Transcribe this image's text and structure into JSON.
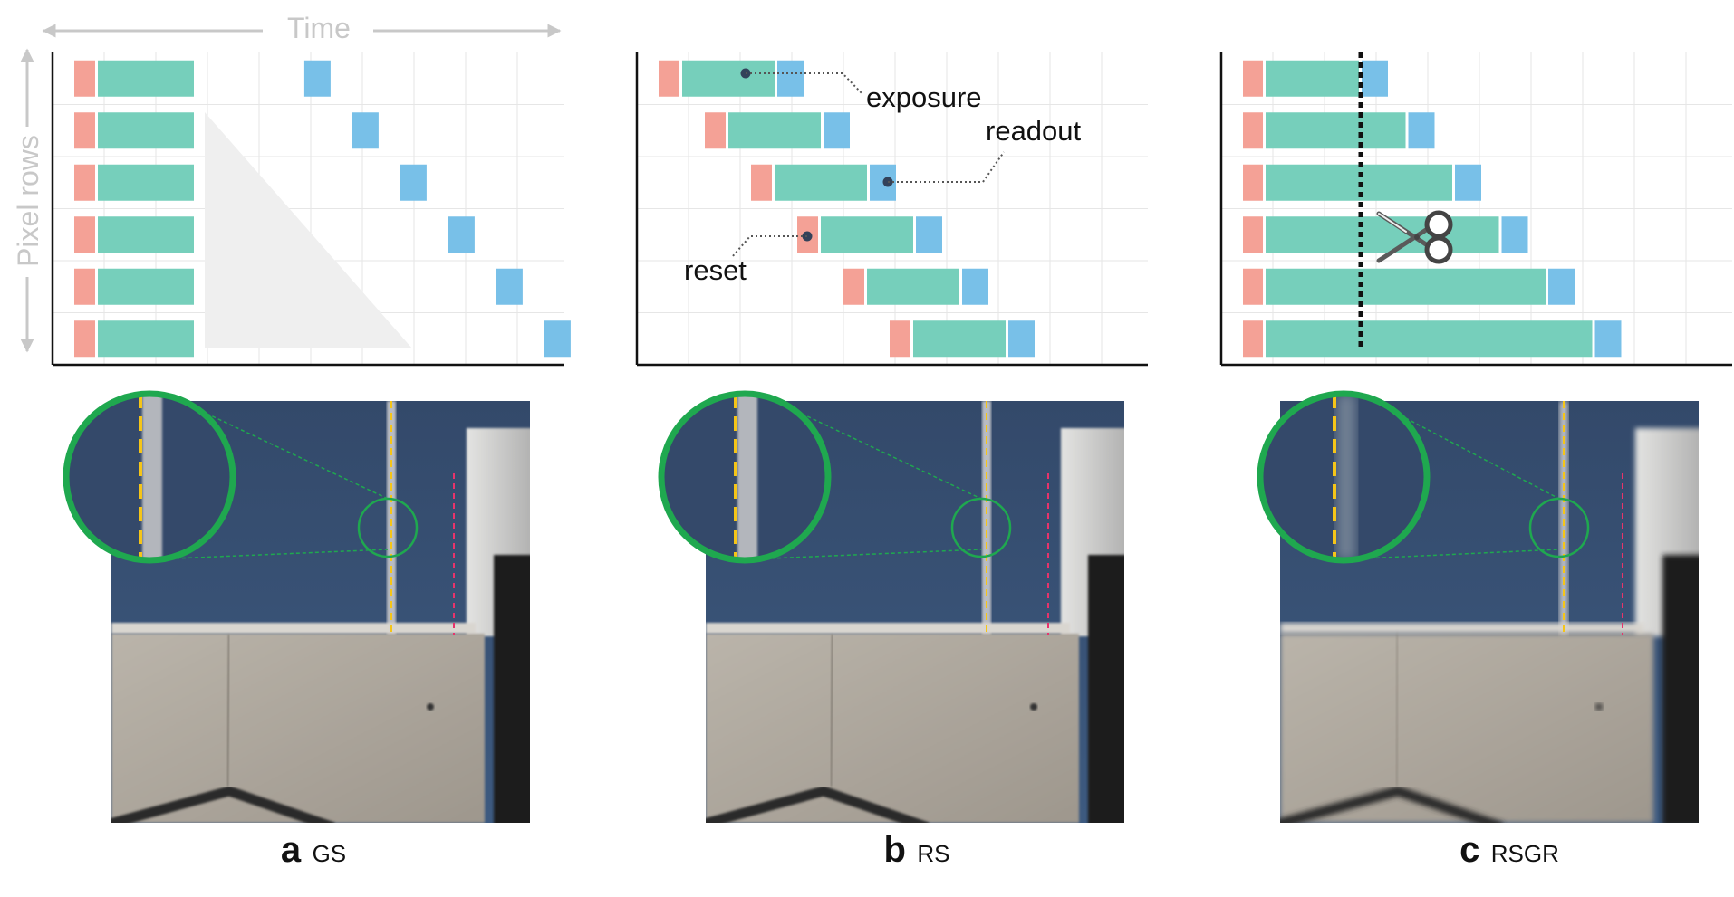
{
  "axes": {
    "time_label": "Time",
    "rows_label": "Pixel rows"
  },
  "colors": {
    "reset": "#f4a196",
    "exposure": "#76cfbb",
    "readout": "#78c0e8",
    "grid": "#e6e6e6",
    "shade": "#efefef",
    "sky": "#3c5678",
    "wall": "#b3aca2",
    "magnifier": "#1fa84f",
    "pole_line": "#f5c518",
    "edge_line": "#e8336b"
  },
  "panels": [
    {
      "id": "gs",
      "letter": "a",
      "name": "GS",
      "rows": [
        {
          "reset": 0,
          "exposure": 2,
          "readout": 4.3
        },
        {
          "reset": 0,
          "exposure": 2,
          "readout": 5.3
        },
        {
          "reset": 0,
          "exposure": 2,
          "readout": 6.3
        },
        {
          "reset": 0,
          "exposure": 2,
          "readout": 7.3
        },
        {
          "reset": 0,
          "exposure": 2,
          "readout": 8.3
        },
        {
          "reset": 0,
          "exposure": 2,
          "readout": 9.3
        }
      ],
      "cut_marker": false
    },
    {
      "id": "rs",
      "letter": "b",
      "name": "RS",
      "rows": [
        {
          "reset": 0,
          "exposure": 2,
          "readout": 0
        },
        {
          "reset": 1,
          "exposure": 2,
          "readout": 0
        },
        {
          "reset": 2,
          "exposure": 2,
          "readout": 0
        },
        {
          "reset": 3,
          "exposure": 2,
          "readout": 0
        },
        {
          "reset": 4,
          "exposure": 2,
          "readout": 0
        },
        {
          "reset": 5,
          "exposure": 2,
          "readout": 0
        }
      ],
      "annotations": {
        "exposure": "exposure",
        "readout": "readout",
        "reset": "reset"
      },
      "cut_marker": false
    },
    {
      "id": "rsgr",
      "letter": "c",
      "name": "RSGR",
      "rows": [
        {
          "reset": 0,
          "exposure": 2,
          "readout": 0
        },
        {
          "reset": 0,
          "exposure": 3,
          "readout": 0
        },
        {
          "reset": 0,
          "exposure": 4,
          "readout": 0
        },
        {
          "reset": 0,
          "exposure": 5,
          "readout": 0
        },
        {
          "reset": 0,
          "exposure": 6,
          "readout": 0
        },
        {
          "reset": 0,
          "exposure": 7,
          "readout": 0
        }
      ],
      "cut_marker": true
    }
  ]
}
